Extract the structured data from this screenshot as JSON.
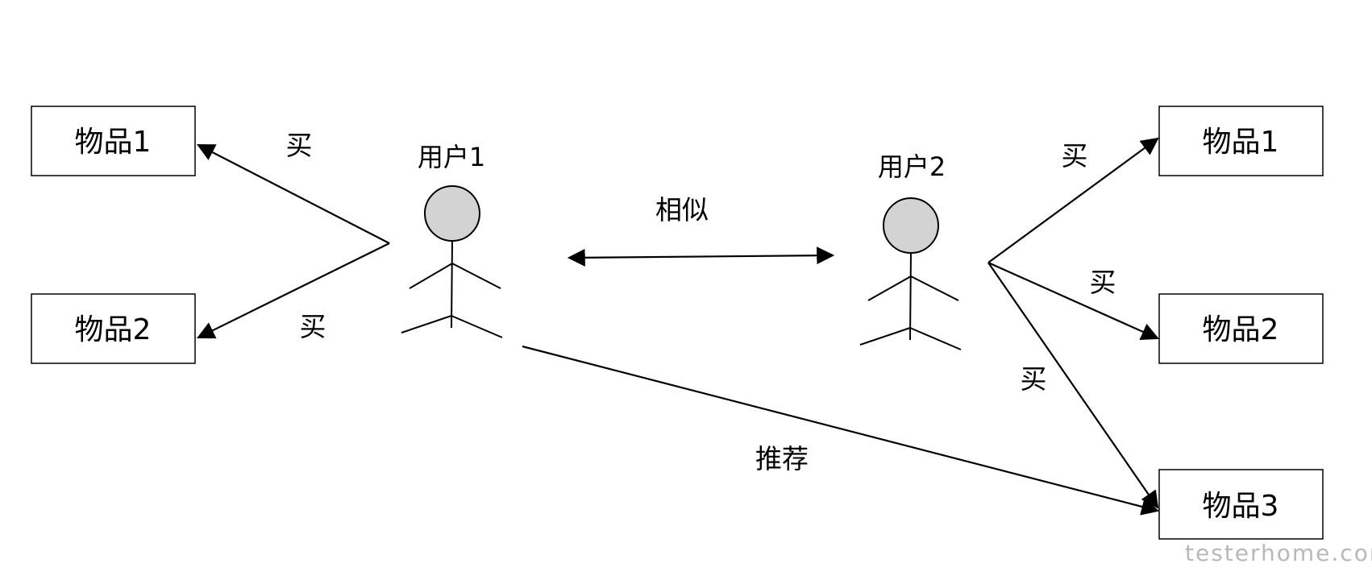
{
  "diagram": {
    "user1": {
      "label": "用户1"
    },
    "user2": {
      "label": "用户2"
    },
    "left_items": [
      {
        "label": "物品1"
      },
      {
        "label": "物品2"
      }
    ],
    "right_items": [
      {
        "label": "物品1"
      },
      {
        "label": "物品2"
      },
      {
        "label": "物品3"
      }
    ],
    "edge_labels": {
      "buy": "买",
      "similar": "相似",
      "recommend": "推荐"
    },
    "colors": {
      "user_head_fill": "#d3d3d3",
      "stroke": "#000000"
    }
  },
  "watermark": "testerhome.com"
}
